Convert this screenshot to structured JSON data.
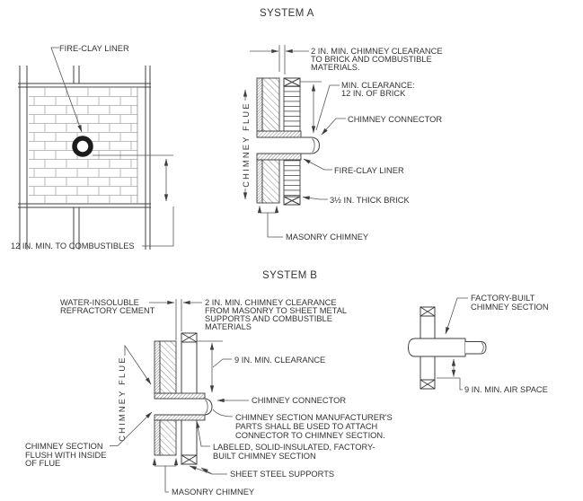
{
  "figure": {
    "background": "#ffffff",
    "line_color": "#3f3f3f",
    "text_color": "#333333"
  },
  "system_a": {
    "title": "SYSTEM A",
    "elevation": {
      "fire_clay_liner": "FIRE-CLAY LINER",
      "combustibles": "12 IN. MIN. TO COMBUSTIBLES"
    },
    "section": {
      "flue": "CHIMNEY FLUE",
      "clearance_line1": "2 IN. MIN. CHIMNEY CLEARANCE",
      "clearance_line2": "TO BRICK AND COMBUSTIBLE",
      "clearance_line3": "MATERIALS.",
      "min_clearance_line1": "MIN. CLEARANCE:",
      "min_clearance_line2": "12 IN. OF BRICK",
      "connector": "CHIMNEY CONNECTOR",
      "liner": "FIRE-CLAY LINER",
      "brick": "3½ IN. THICK BRICK",
      "masonry": "MASONRY CHIMNEY"
    }
  },
  "system_b": {
    "title": "SYSTEM B",
    "section": {
      "flue": "CHIMNEY FLUE",
      "cement_line1": "WATER-INSOLUBLE",
      "cement_line2": "REFRACTORY CEMENT",
      "clearance_line1": "2 IN. MIN. CHIMNEY CLEARANCE",
      "clearance_line2": "FROM MASONRY TO SHEET METAL",
      "clearance_line3": "SUPPORTS AND COMBUSTIBLE",
      "clearance_line4": "MATERIALS",
      "nine_in": "9 IN. MIN. CLEARANCE",
      "connector": "CHIMNEY CONNECTOR",
      "manufacturer_line1": "CHIMNEY SECTION MANUFACTURER'S",
      "manufacturer_line2": "PARTS SHALL BE USED TO ATTACH",
      "manufacturer_line3": "CONNECTOR TO CHIMNEY SECTION.",
      "labeled_line1": "LABELED, SOLID-INSULATED, FACTORY-",
      "labeled_line2": "BUILT CHIMNEY SECTION",
      "supports": "SHEET STEEL SUPPORTS",
      "masonry": "MASONRY CHIMNEY",
      "flush_line1": "CHIMNEY SECTION",
      "flush_line2": "FLUSH WITH INSIDE",
      "flush_line3": "OF FLUE"
    },
    "detail": {
      "factory_line1": "FACTORY-BUILT",
      "factory_line2": "CHIMNEY SECTION",
      "air_space": "9 IN. MIN. AIR SPACE"
    }
  }
}
